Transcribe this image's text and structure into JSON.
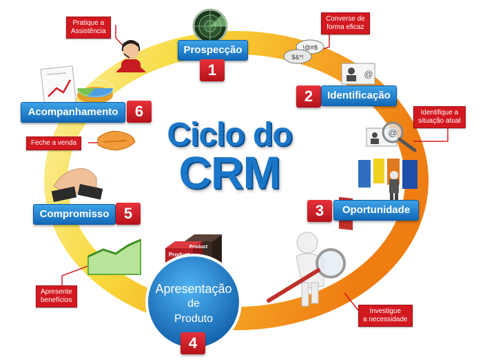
{
  "title": {
    "line1": "Ciclo do",
    "line2": "CRM"
  },
  "steps": [
    {
      "number": "1",
      "label": "Prospecção"
    },
    {
      "number": "2",
      "label": "Identificação"
    },
    {
      "number": "3",
      "label": "Oportunidade"
    },
    {
      "number": "4",
      "label_lines": [
        "Apresentação",
        "de",
        "Produto"
      ]
    },
    {
      "number": "5",
      "label": "Compromisso"
    },
    {
      "number": "6",
      "label": "Acompanhamento"
    }
  ],
  "notes": {
    "pratique": [
      "Pratique a",
      "Assistência"
    ],
    "converse": [
      "Converse de",
      "forma eficaz"
    ],
    "identifique": [
      "Identifique a",
      "situação atual"
    ],
    "investigue": [
      "Investigue",
      "a necessidade"
    ],
    "apresente": [
      "Apresente",
      "benefícios"
    ],
    "feche": [
      "Feche a venda"
    ]
  },
  "speech_bubbles": [
    "!@#$",
    "$&*!"
  ],
  "product_box_text": [
    "Product",
    "Product"
  ],
  "icons": [
    "radar-icon",
    "operator-headset-icon",
    "chat-bubbles-icon",
    "contact-card-icon",
    "magnifier-contact-icon",
    "doors-businessman-icon",
    "magnifier-figure-icon",
    "product-boxes-icon",
    "growth-chart-icon",
    "strong-handshake-icon",
    "handshake-icon",
    "report-piechart-icon"
  ],
  "colors": {
    "ring_yellow": "#f7d62a",
    "ring_orange": "#f28a1c",
    "label_blue": "#1269b8",
    "number_red": "#d31920",
    "title_blue": "#1a76c8"
  }
}
